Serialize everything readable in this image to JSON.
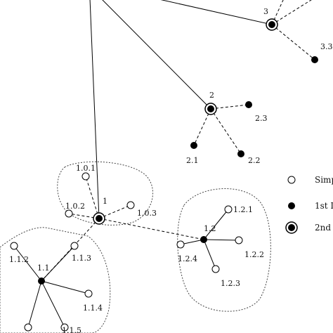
{
  "diagram": {
    "nodes": [
      {
        "id": "n1",
        "label": "1",
        "type": "second"
      },
      {
        "id": "n2",
        "label": "2",
        "type": "second"
      },
      {
        "id": "n3",
        "label": "3",
        "type": "second"
      },
      {
        "id": "n3_3",
        "label": "3.3",
        "type": "first"
      },
      {
        "id": "n2_1",
        "label": "2.1",
        "type": "first"
      },
      {
        "id": "n2_2",
        "label": "2.2",
        "type": "first"
      },
      {
        "id": "n2_3",
        "label": "2.3",
        "type": "first"
      },
      {
        "id": "n1_1",
        "label": "1.1",
        "type": "first"
      },
      {
        "id": "n1_2",
        "label": "1.2",
        "type": "first"
      },
      {
        "id": "n1_0_1",
        "label": "1.0.1",
        "type": "simple"
      },
      {
        "id": "n1_0_2",
        "label": "1.0.2",
        "type": "simple"
      },
      {
        "id": "n1_0_3",
        "label": "1.0.3",
        "type": "simple"
      },
      {
        "id": "n1_1_2",
        "label": "1.1.2",
        "type": "simple"
      },
      {
        "id": "n1_1_3",
        "label": "1.1.3",
        "type": "simple"
      },
      {
        "id": "n1_1_4",
        "label": "1.1.4",
        "type": "simple"
      },
      {
        "id": "n1_1_5",
        "label": "1.1.5",
        "type": "simple"
      },
      {
        "id": "n1_1_x",
        "label": "",
        "type": "simple"
      },
      {
        "id": "n1_2_1",
        "label": "1.2.1",
        "type": "simple"
      },
      {
        "id": "n1_2_2",
        "label": "1.2.2",
        "type": "simple"
      },
      {
        "id": "n1_2_3",
        "label": "1.2.3",
        "type": "simple"
      },
      {
        "id": "n1_2_4",
        "label": "1.2.4",
        "type": "simple"
      }
    ],
    "edges": [
      {
        "from": "top1",
        "to": "n1",
        "style": "solid"
      },
      {
        "from": "top2",
        "to": "n2",
        "style": "solid"
      },
      {
        "from": "top3",
        "to": "n3",
        "style": "solid"
      },
      {
        "from": "n3",
        "to": "n3_3",
        "style": "dashed"
      },
      {
        "from": "n3",
        "to": "top3b",
        "style": "dashed"
      },
      {
        "from": "n3",
        "to": "top3c",
        "style": "dashed"
      },
      {
        "from": "n2",
        "to": "n2_1",
        "style": "dashed"
      },
      {
        "from": "n2",
        "to": "n2_2",
        "style": "dashed"
      },
      {
        "from": "n2",
        "to": "n2_3",
        "style": "dashed"
      },
      {
        "from": "n1",
        "to": "n1_1",
        "style": "dashed"
      },
      {
        "from": "n1",
        "to": "n1_2",
        "style": "dashed"
      },
      {
        "from": "n1",
        "to": "n1_0_1",
        "style": "dashed"
      },
      {
        "from": "n1",
        "to": "n1_0_2",
        "style": "dashed"
      },
      {
        "from": "n1",
        "to": "n1_0_3",
        "style": "dashed"
      },
      {
        "from": "n1_1",
        "to": "n1_1_2",
        "style": "solid"
      },
      {
        "from": "n1_1",
        "to": "n1_1_3",
        "style": "solid"
      },
      {
        "from": "n1_1",
        "to": "n1_1_4",
        "style": "solid"
      },
      {
        "from": "n1_1",
        "to": "n1_1_5",
        "style": "solid"
      },
      {
        "from": "n1_1",
        "to": "n1_1_x",
        "style": "solid"
      },
      {
        "from": "n1_2",
        "to": "n1_2_1",
        "style": "solid"
      },
      {
        "from": "n1_2",
        "to": "n1_2_2",
        "style": "solid"
      },
      {
        "from": "n1_2",
        "to": "n1_2_3",
        "style": "solid"
      },
      {
        "from": "n1_2",
        "to": "n1_2_4",
        "style": "solid"
      }
    ],
    "legend": [
      {
        "type": "simple",
        "label": "Simp"
      },
      {
        "type": "first",
        "label": "1st L"
      },
      {
        "type": "second",
        "label": "2nd L"
      }
    ]
  }
}
